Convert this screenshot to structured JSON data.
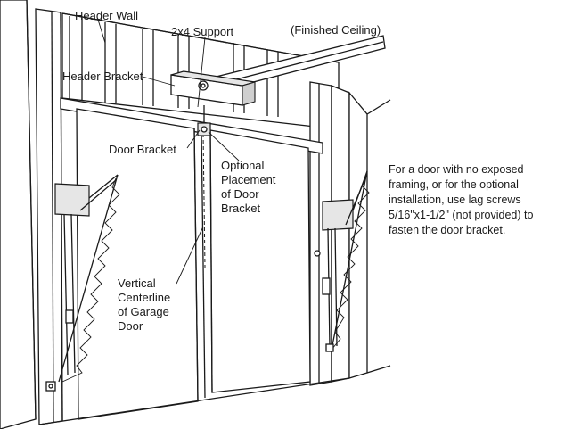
{
  "labels": {
    "header_wall": "Header Wall",
    "support_2x4": "2x4 Support",
    "finished_ceiling": "(Finished Ceiling)",
    "header_bracket": "Header Bracket",
    "door_bracket": "Door Bracket",
    "optional_placement": [
      "Optional",
      "Placement",
      "of Door",
      "Bracket"
    ],
    "vertical_centerline": [
      "Vertical",
      "Centerline",
      "of Garage",
      "Door"
    ]
  },
  "note": [
    "For a door with no exposed",
    "framing, or for the optional",
    "installation, use lag screws",
    "5/16\"x1-1/2\" (not provided) to",
    "fasten the door bracket."
  ]
}
